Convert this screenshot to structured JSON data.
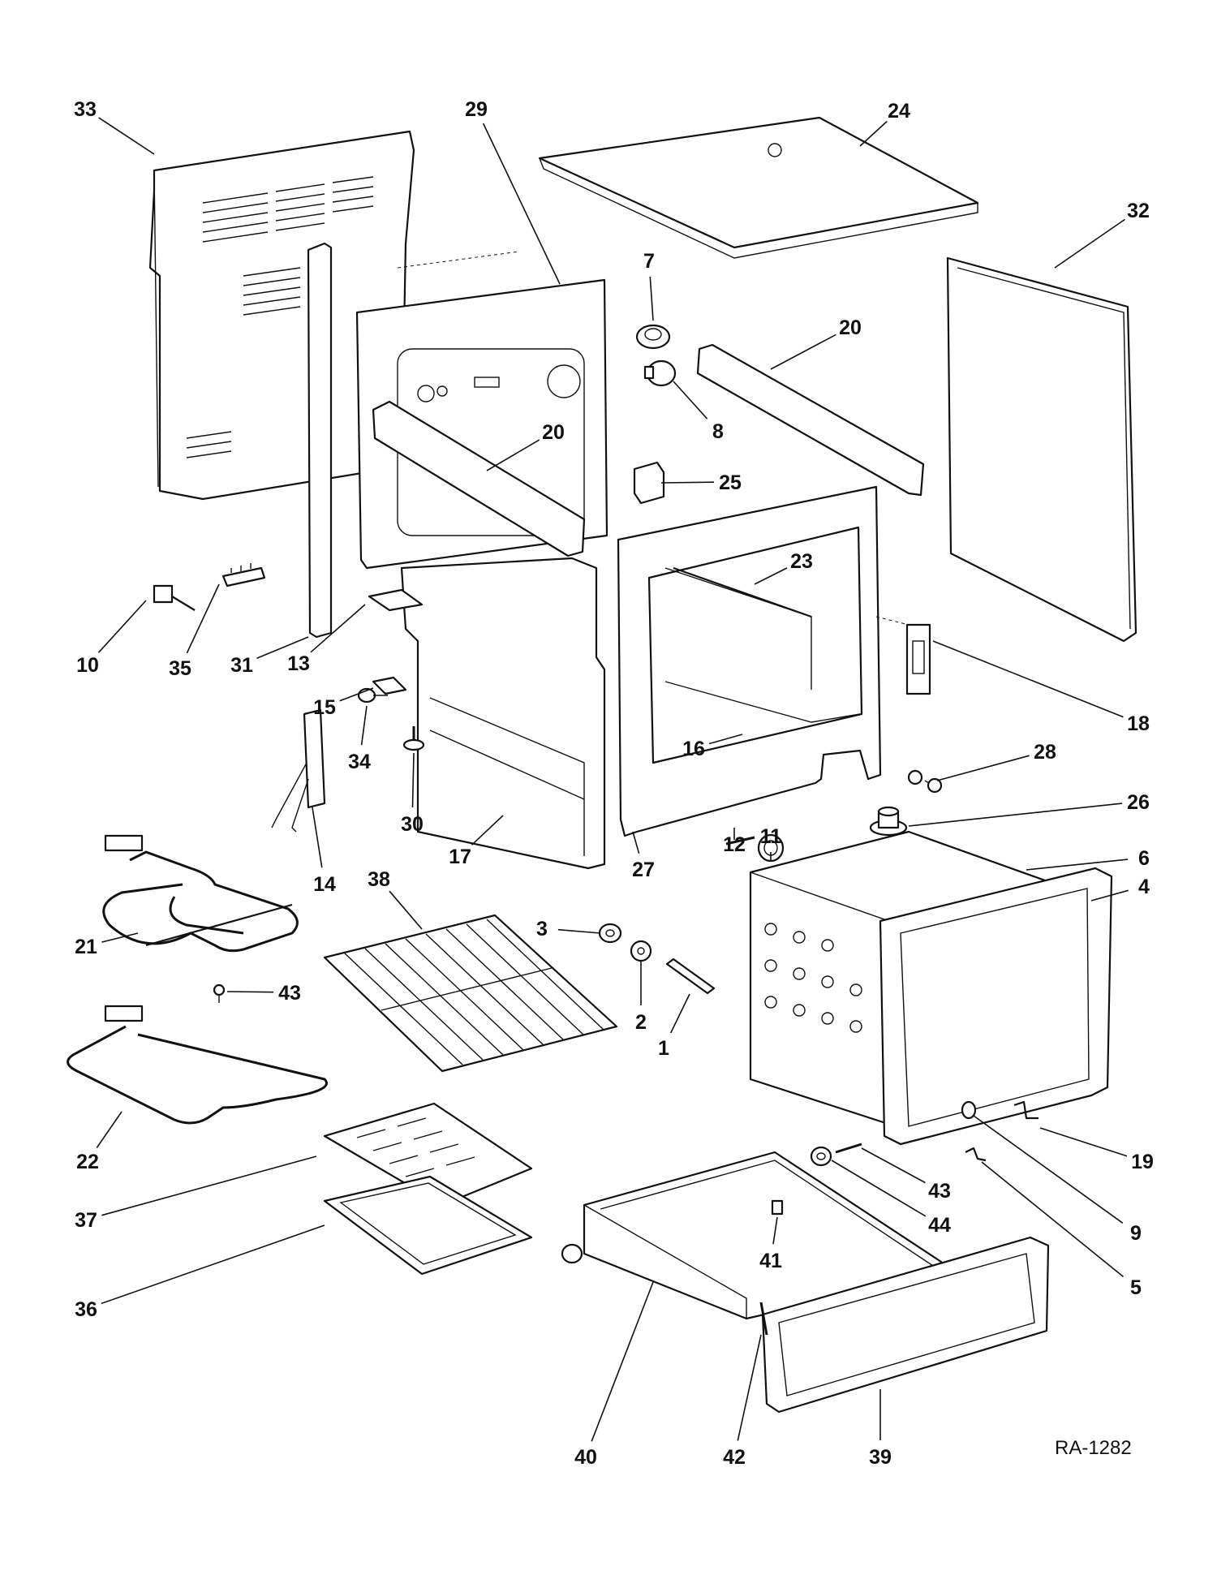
{
  "diagram": {
    "drawing_code": "RA-1282",
    "parts": [
      {
        "id": "p33",
        "number": "33",
        "name": "back-panel"
      },
      {
        "id": "p29",
        "number": "29",
        "name": "oven-back-frame"
      },
      {
        "id": "p24",
        "number": "24",
        "name": "top-cover"
      },
      {
        "id": "p32",
        "number": "32",
        "name": "side-panel"
      },
      {
        "id": "p7",
        "number": "7",
        "name": "lamp-socket"
      },
      {
        "id": "p8",
        "number": "8",
        "name": "lamp-bulb"
      },
      {
        "id": "p20a",
        "number": "20",
        "name": "side-rail-right"
      },
      {
        "id": "p20b",
        "number": "20",
        "name": "side-rail-left"
      },
      {
        "id": "p25",
        "number": "25",
        "name": "bracket"
      },
      {
        "id": "p23",
        "number": "23",
        "name": "cross-brace"
      },
      {
        "id": "p18",
        "number": "18",
        "name": "door-latch-bracket"
      },
      {
        "id": "p10",
        "number": "10",
        "name": "switch"
      },
      {
        "id": "p35",
        "number": "35",
        "name": "terminal-block"
      },
      {
        "id": "p31",
        "number": "31",
        "name": "rear-post"
      },
      {
        "id": "p13",
        "number": "13",
        "name": "bottom-bracket"
      },
      {
        "id": "p15",
        "number": "15",
        "name": "clip"
      },
      {
        "id": "p34",
        "number": "34",
        "name": "leveling-foot-small"
      },
      {
        "id": "p28",
        "number": "28",
        "name": "screw-and-washer"
      },
      {
        "id": "p16",
        "number": "16",
        "name": "front-frame"
      },
      {
        "id": "p26",
        "number": "26",
        "name": "bushing"
      },
      {
        "id": "p30",
        "number": "30",
        "name": "leveling-leg"
      },
      {
        "id": "p14",
        "number": "14",
        "name": "thermostat-sensor"
      },
      {
        "id": "p12",
        "number": "12",
        "name": "pin"
      },
      {
        "id": "p11",
        "number": "11",
        "name": "knob-hub"
      },
      {
        "id": "p17",
        "number": "17",
        "name": "side-frame"
      },
      {
        "id": "p27",
        "number": "27",
        "name": "front-chassis"
      },
      {
        "id": "p6",
        "number": "6",
        "name": "oven-liner"
      },
      {
        "id": "p4",
        "number": "4",
        "name": "door-gasket"
      },
      {
        "id": "p21",
        "number": "21",
        "name": "broil-element"
      },
      {
        "id": "p38",
        "number": "38",
        "name": "oven-rack"
      },
      {
        "id": "p3",
        "number": "3",
        "name": "roller"
      },
      {
        "id": "p2",
        "number": "2",
        "name": "washer"
      },
      {
        "id": "p1",
        "number": "1",
        "name": "axle-pin"
      },
      {
        "id": "p43a",
        "number": "43",
        "name": "screw-element"
      },
      {
        "id": "p22",
        "number": "22",
        "name": "bake-element"
      },
      {
        "id": "p19",
        "number": "19",
        "name": "retainer-clip"
      },
      {
        "id": "p43b",
        "number": "43",
        "name": "screw-drawer"
      },
      {
        "id": "p44",
        "number": "44",
        "name": "drawer-roller"
      },
      {
        "id": "p9",
        "number": "9",
        "name": "grommet"
      },
      {
        "id": "p37",
        "number": "37",
        "name": "broiler-pan-insert"
      },
      {
        "id": "p41",
        "number": "41",
        "name": "drawer-stop"
      },
      {
        "id": "p5",
        "number": "5",
        "name": "clip-small"
      },
      {
        "id": "p36",
        "number": "36",
        "name": "broiler-pan"
      },
      {
        "id": "p40",
        "number": "40",
        "name": "drawer-body"
      },
      {
        "id": "p42",
        "number": "42",
        "name": "drawer-screw"
      },
      {
        "id": "p39",
        "number": "39",
        "name": "drawer-front"
      }
    ]
  }
}
